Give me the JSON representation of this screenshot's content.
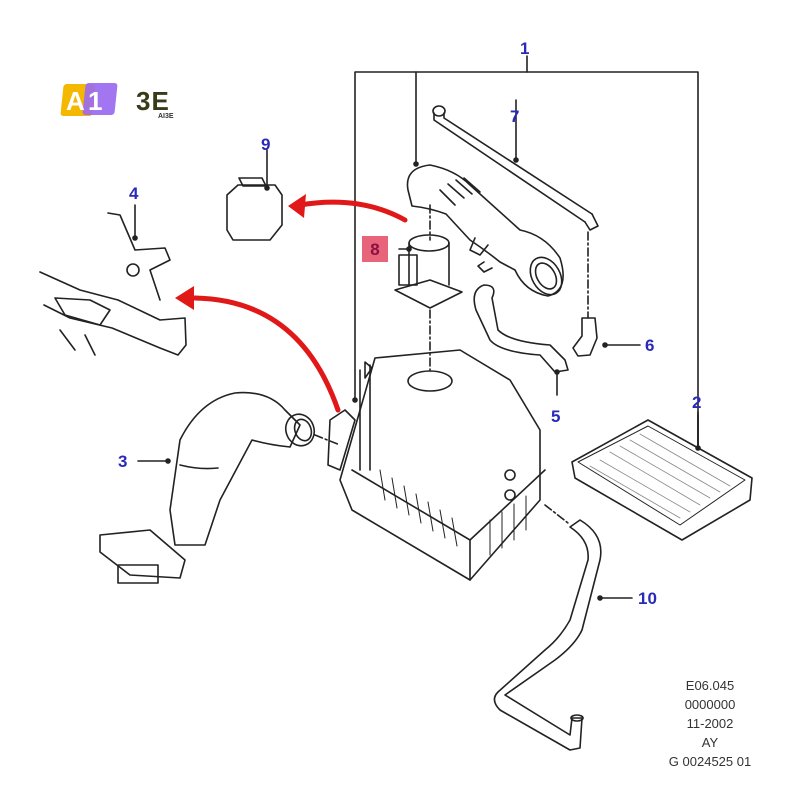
{
  "logo": {
    "badge_a": "A",
    "badge_1": "1",
    "wordmark": "3E",
    "subtext": "AI3E"
  },
  "callouts": [
    {
      "id": "1",
      "label": "1",
      "part": "air-cleaner-assembly"
    },
    {
      "id": "2",
      "label": "2",
      "part": "air-filter-element"
    },
    {
      "id": "3",
      "label": "3",
      "part": "air-intake-duct"
    },
    {
      "id": "4",
      "label": "4",
      "part": "mounting-bracket"
    },
    {
      "id": "5",
      "label": "5",
      "part": "breather-hose"
    },
    {
      "id": "6",
      "label": "6",
      "part": "valve-connector"
    },
    {
      "id": "7",
      "label": "7",
      "part": "vent-pipe"
    },
    {
      "id": "8",
      "label": "8",
      "part": "mass-air-flow-sensor",
      "highlighted": true
    },
    {
      "id": "9",
      "label": "9",
      "part": "rubber-mount"
    },
    {
      "id": "10",
      "label": "10",
      "part": "drain-hose"
    }
  ],
  "colors": {
    "callout_text": "#2a2ab8",
    "highlight_bg": "#e8647a",
    "arrow": "#e01818",
    "line": "#222222"
  },
  "drawing_info": {
    "line1": "E06.045",
    "line2": "0000000",
    "line3": "11-2002",
    "line4": "AY",
    "line5": "G 0024525 01"
  }
}
